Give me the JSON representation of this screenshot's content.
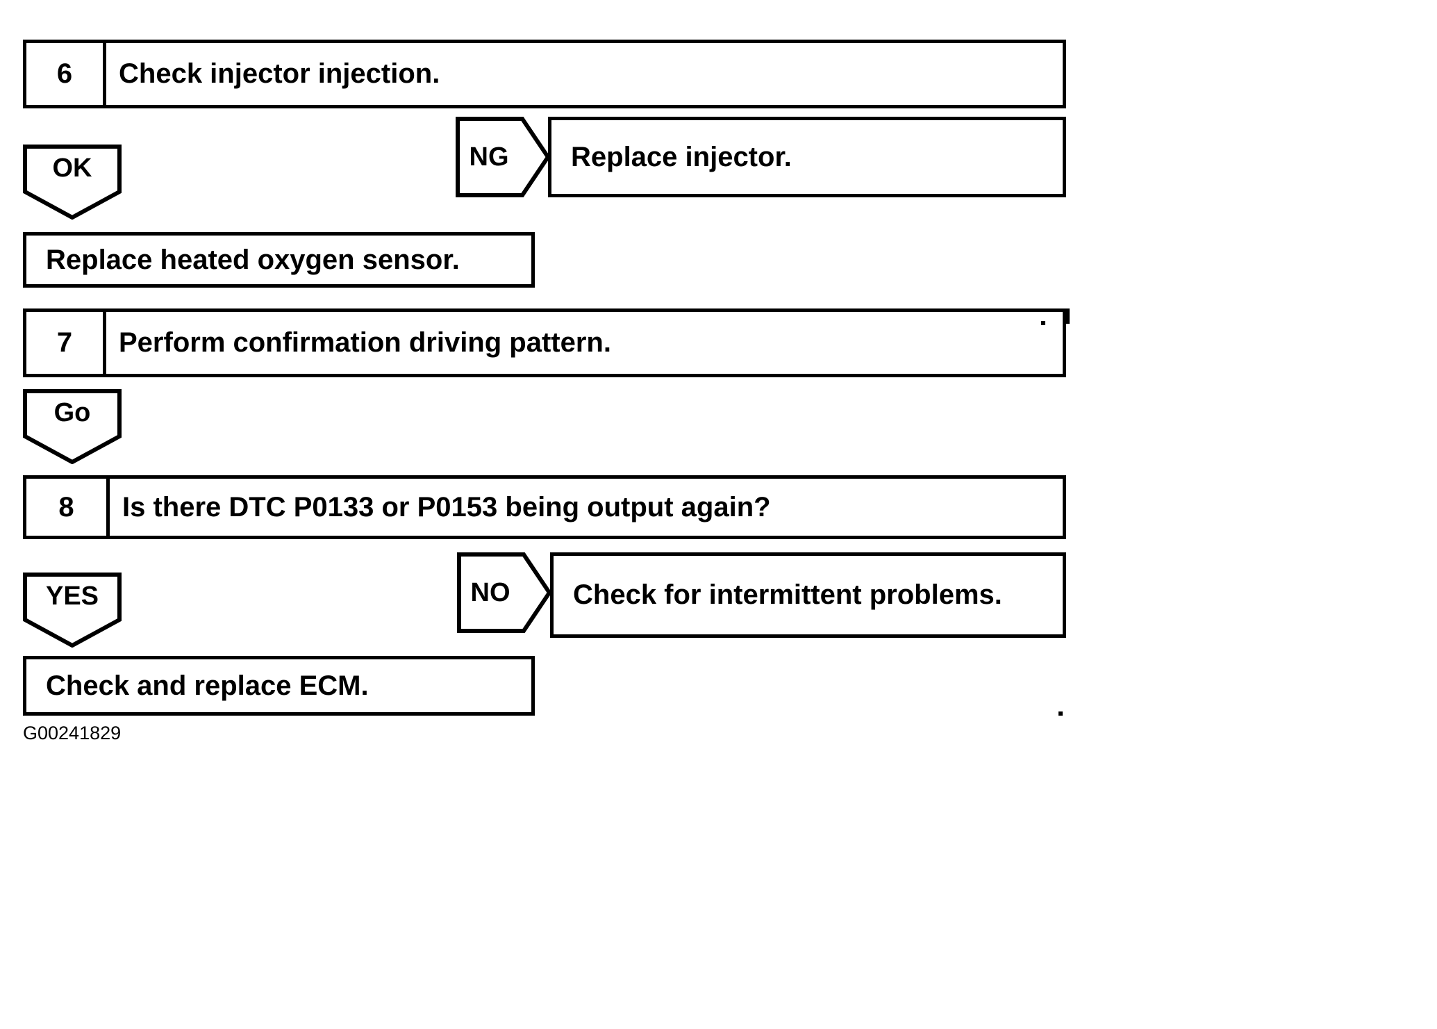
{
  "figure": {
    "caption": "G00241829",
    "line_color": "#000000",
    "background_color": "#ffffff",
    "text_color": "#000000"
  },
  "steps": [
    {
      "number": "6",
      "text": "Check injector injection."
    },
    {
      "number": "7",
      "text": "Perform confirmation driving pattern."
    },
    {
      "number": "8",
      "text": "Is there DTC P0133 or P0153 being output again?"
    }
  ],
  "branches": [
    {
      "label": "OK",
      "direction": "down"
    },
    {
      "label": "NG",
      "direction": "right"
    },
    {
      "label": "Go",
      "direction": "down"
    },
    {
      "label": "YES",
      "direction": "down"
    },
    {
      "label": "NO",
      "direction": "right"
    }
  ],
  "actions": [
    {
      "text": "Replace injector."
    },
    {
      "text": "Replace heated oxygen sensor."
    },
    {
      "text": "Check for intermittent problems."
    },
    {
      "text": "Check and replace ECM."
    }
  ]
}
